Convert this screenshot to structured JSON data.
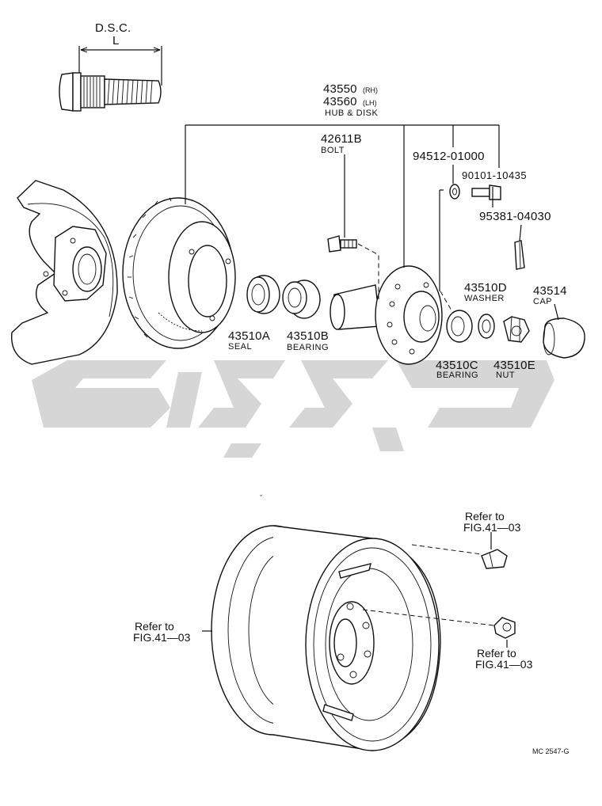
{
  "stud": {
    "dsc": "D.S.C.",
    "length": "L"
  },
  "hub_disk": {
    "rh": "43550",
    "rh_side": "(RH)",
    "lh": "43560",
    "lh_side": "(LH)",
    "name": "HUB & DISK"
  },
  "bolt": {
    "number": "42611B",
    "name": "BOLT"
  },
  "part_94512": "94512-01000",
  "part_90101": "90101-10435",
  "part_95381": "95381-04030",
  "washer": {
    "number": "43510D",
    "name": "WASHER"
  },
  "cap": {
    "number": "43514",
    "name": "CAP"
  },
  "seal": {
    "number": "43510A",
    "name": "SEAL"
  },
  "bearing_b": {
    "number": "43510B",
    "name": "BEARING"
  },
  "bearing_c": {
    "number": "43510C",
    "name": "BEARING"
  },
  "nut": {
    "number": "43510E",
    "name": "NUT"
  },
  "refs": {
    "top_right": [
      "Refer to",
      "FIG.41—03"
    ],
    "left": [
      "Refer to",
      "FIG.41—03"
    ],
    "bottom_right": [
      "Refer to",
      "FIG.41—03"
    ]
  },
  "code": "MC 2547-G"
}
